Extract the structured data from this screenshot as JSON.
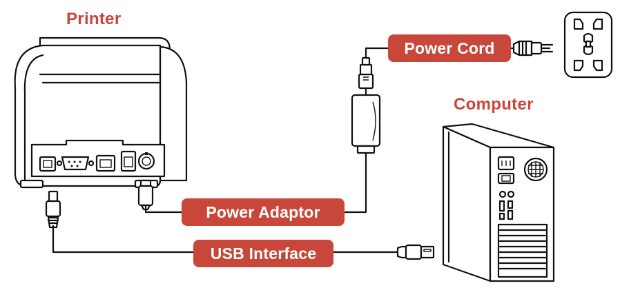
{
  "colors": {
    "accent": "#c8463a",
    "line": "#111111",
    "background": "#ffffff"
  },
  "titles": {
    "printer": "Printer",
    "computer": "Computer"
  },
  "labels": {
    "power_cord": "Power Cord",
    "power_adaptor": "Power Adaptor",
    "usb_interface": "USB Interface"
  }
}
